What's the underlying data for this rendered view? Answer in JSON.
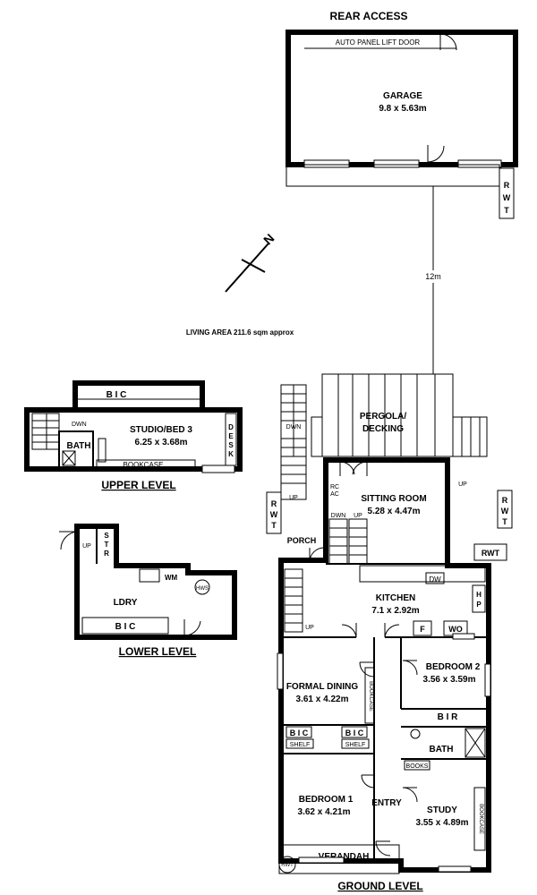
{
  "rear_access": "REAR ACCESS",
  "garage": {
    "door": "AUTO PANEL LIFT DOOR",
    "name": "GARAGE",
    "size": "9.8 x 5.63m"
  },
  "rwt": "RWT",
  "rwt_vertical": [
    "R",
    "W",
    "T"
  ],
  "north": "N",
  "distance": "12m",
  "living_area": "LIVING AREA 211.6 sqm approx",
  "upper": {
    "bic": "B I C",
    "dwn": "DWN",
    "studio_name": "STUDIO/BED 3",
    "studio_size": "6.25 x 3.68m",
    "desk": [
      "D",
      "E",
      "S",
      "K"
    ],
    "bath": "BATH",
    "bookcase": "BOOKCASE",
    "title": "UPPER LEVEL"
  },
  "lower": {
    "up": "UP",
    "str": [
      "S",
      "T",
      "R"
    ],
    "wm": "WM",
    "hws": "HWS",
    "ldry": "LDRY",
    "bic": "B I C",
    "title": "LOWER LEVEL"
  },
  "ground": {
    "pergola": [
      "PERGOLA/",
      "DECKING"
    ],
    "dwn": "DWN",
    "up": "UP",
    "rcac": [
      "RC",
      "AC"
    ],
    "sitting_name": "SITTING ROOM",
    "sitting_size": "5.28 x 4.47m",
    "porch": "PORCH",
    "kitchen_name": "KITCHEN",
    "kitchen_size": "7.1 x 2.92m",
    "dw": "DW",
    "hp": [
      "H",
      "P"
    ],
    "f": "F",
    "wo": "WO",
    "bed2_name": "BEDROOM 2",
    "bed2_size": "3.56 x 3.59m",
    "bir": "B I R",
    "bath": "BATH",
    "formal_name": "FORMAL DINING",
    "formal_size": "3.61 x 4.22m",
    "bookcase": "BOOKCASE",
    "bic": "B I C",
    "shelf": "SHELF",
    "books": "BOOKS",
    "bed1_name": "BEDROOM 1",
    "bed1_size": "3.62 x 4.21m",
    "entry": "ENTRY",
    "study_name": "STUDY",
    "study_size": "3.55 x 4.89m",
    "verandah": "VERANDAH",
    "title": "GROUND LEVEL"
  }
}
